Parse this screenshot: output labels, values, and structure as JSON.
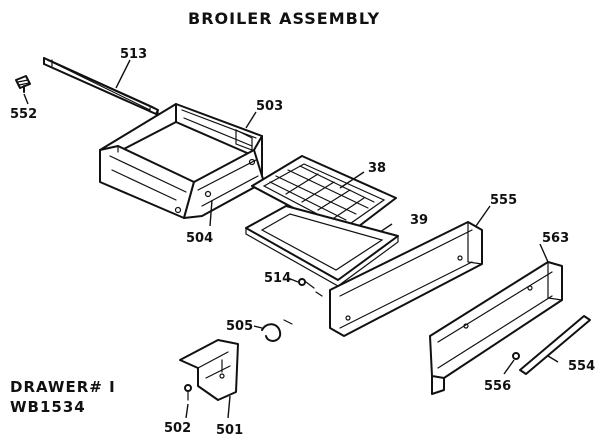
{
  "title": "BROILER ASSEMBLY",
  "drawer": {
    "line1": "DRAWER# I",
    "line2": "WB1534"
  },
  "parts": {
    "p513": "513",
    "p552": "552",
    "p503": "503",
    "p504": "504",
    "p38": "38",
    "p39": "39",
    "p555": "555",
    "p514": "514",
    "p563": "563",
    "p505": "505",
    "p556": "556",
    "p554": "554",
    "p502": "502",
    "p501": "501"
  }
}
